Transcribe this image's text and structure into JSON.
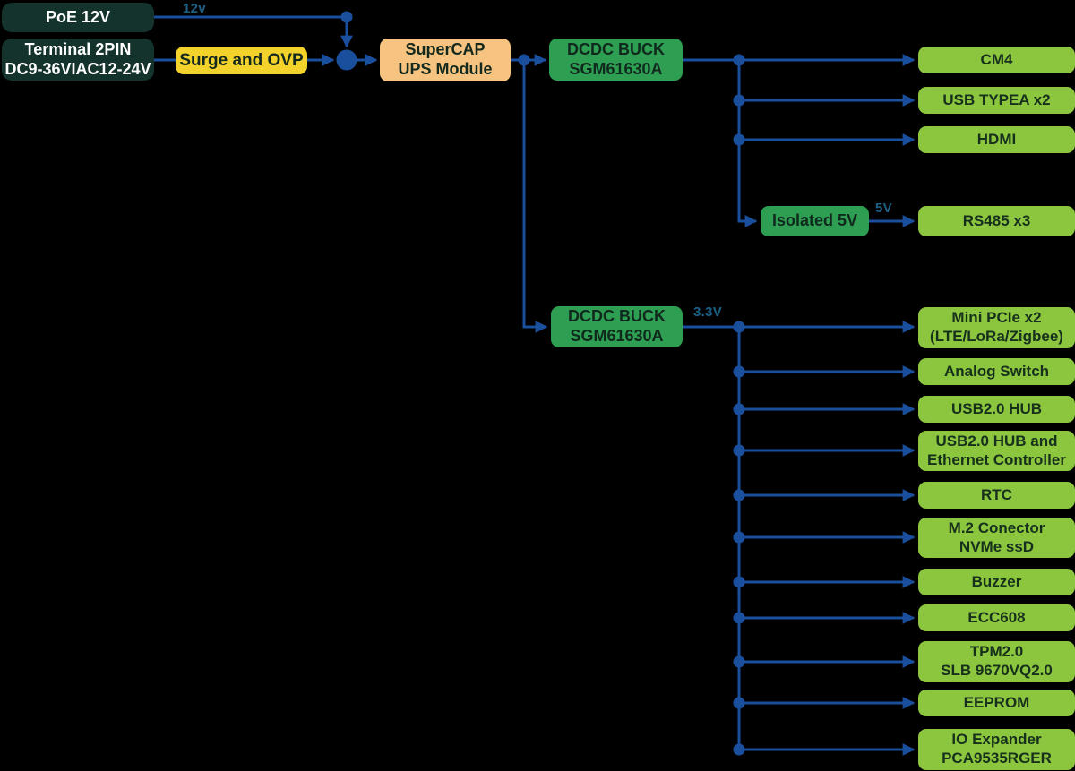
{
  "colors": {
    "background": "#000000",
    "line": "#1a4f9e",
    "voltage_label": "#1d6086",
    "dark_box_bg": "#14332c",
    "dark_box_text": "#ffffff",
    "yellow_box_bg": "#f3d32b",
    "peach_box_bg": "#f6c480",
    "green_box_bg": "#2e9e53",
    "light_green_box_bg": "#8cc63e",
    "box_text": "#14291d"
  },
  "nodes": {
    "poe": "PoE 12V",
    "terminal": "Terminal 2PIN\nDC9-36VIAC12-24V",
    "surge": "Surge and OVP",
    "supercap": "SuperCAP\nUPS Module",
    "buck1": "DCDC BUCK\nSGM61630A",
    "buck2": "DCDC BUCK\nSGM61630A",
    "isolated5v": "Isolated 5V",
    "cm4": "CM4",
    "usb_typea": "USB TYPEA x2",
    "hdmi": "HDMI",
    "rs485": "RS485 x3",
    "mini_pcie": "Mini PCIe x2\n(LTE/LoRa/Zigbee)",
    "analog_switch": "Analog Switch",
    "usb_hub": "USB2.0 HUB",
    "usb_hub_eth": "USB2.0 HUB and\nEthernet Controller",
    "rtc": "RTC",
    "m2": "M.2 Conector\nNVMe ssD",
    "buzzer": "Buzzer",
    "ecc608": "ECC608",
    "tpm": "TPM2.0\nSLB 9670VQ2.0",
    "eeprom": "EEPROM",
    "io_expander": "IO Expander\nPCA9535RGER"
  },
  "edge_labels": {
    "poe_out": "12v",
    "isolated_out": "5V",
    "buck2_out": "3.3V"
  }
}
